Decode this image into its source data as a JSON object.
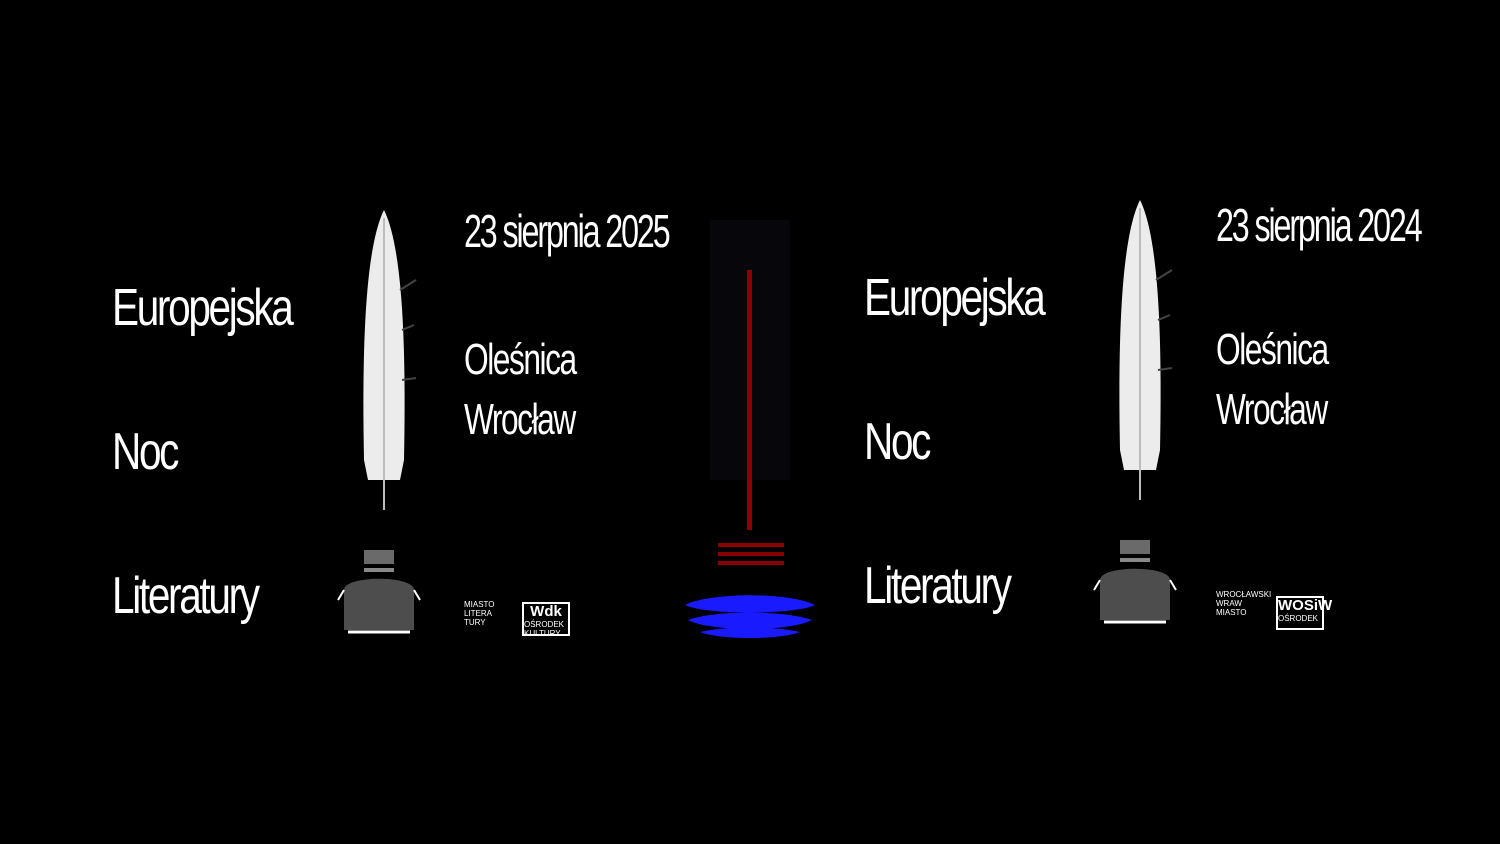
{
  "left_poster": {
    "title_lines": [
      "Europejska",
      "Noc",
      "Literatury"
    ],
    "date": "23 sierpnia 2025",
    "place_lines": [
      "Oleśnica",
      "Wrocław"
    ],
    "logo1_lines": [
      "MIASTO",
      "LITERA",
      "TURY"
    ],
    "logo2_lines": [
      "Wdk",
      "OŚRODEK",
      "KULTURY"
    ]
  },
  "right_poster": {
    "title_lines": [
      "Europejska",
      "Noc",
      "Literatury"
    ],
    "date": "23 sierpnia 2024",
    "place_lines": [
      "Oleśnica",
      "Wrocław"
    ],
    "logo1_lines": [
      "WROCŁAWSKI",
      "WRAW",
      "MIASTO"
    ],
    "logo2_lines": [
      "WOSiW",
      "OŚRODEK"
    ]
  },
  "colors": {
    "background": "#000000",
    "text": "#ffffff",
    "feather": "#ececec",
    "center_line": "#8b0000",
    "ink_pool": "#1a1aff"
  },
  "icons": [
    "feather-icon",
    "inkwell-icon",
    "ink-pool-icon"
  ]
}
